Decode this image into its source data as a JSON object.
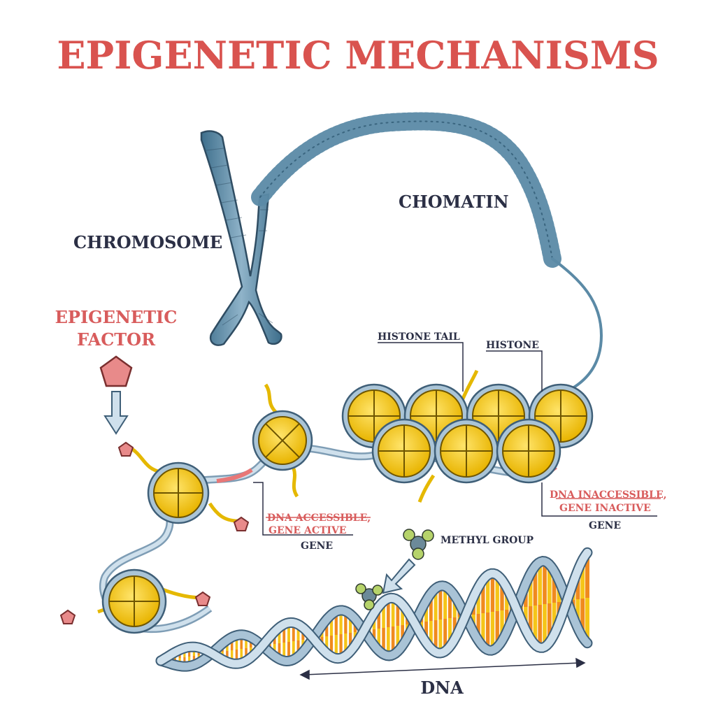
{
  "title": "EPIGENETIC MECHANISMS",
  "labels": {
    "chromosome": "CHROMOSOME",
    "chromatin": "CHOMATIN",
    "epigenetic_factor_line1": "EPIGENETIC",
    "epigenetic_factor_line2": "FACTOR",
    "histone_tail": "HISTONE TAIL",
    "histone": "HISTONE",
    "accessible_line1": "DNA ACCESSIBLE,",
    "accessible_line2": "GENE ACTIVE",
    "accessible_gene": "GENE",
    "inaccessible_line1": "DNA INACCESSIBLE,",
    "inaccessible_line2": "GENE INACTIVE",
    "inaccessible_gene": "GENE",
    "methyl_group": "METHYL GROUP",
    "dna": "DNA"
  },
  "colors": {
    "title": "#d9534f",
    "accent_red": "#d85c5c",
    "label_dark": "#2b2f45",
    "chromosome": "#5b8aa6",
    "histone_yellow": "#f2c81e",
    "dna_strand": "#9fb9cf",
    "base_orange": "#f08a1e",
    "base_yellow": "#f5c518",
    "methyl_green": "#b6d36a",
    "methyl_gray": "#6c8a99",
    "factor_pink": "#e88a8a"
  },
  "icons": {
    "epigenetic_factor": "pentagon-icon",
    "arrow": "arrow-down-icon",
    "methyl": "molecule-icon"
  }
}
